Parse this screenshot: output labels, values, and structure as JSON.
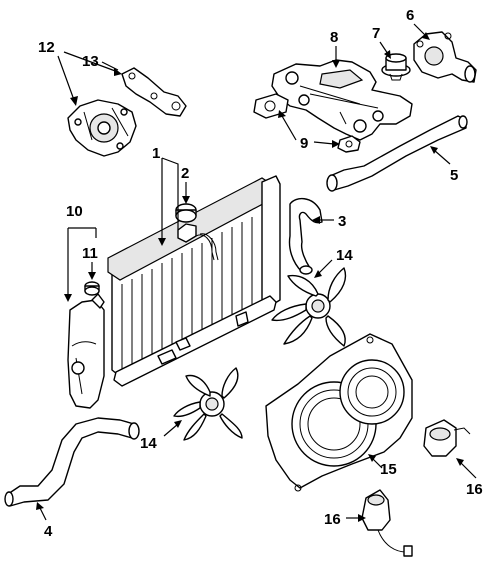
{
  "callouts": {
    "c1": "1",
    "c2": "2",
    "c3": "3",
    "c4": "4",
    "c5": "5",
    "c6": "6",
    "c7": "7",
    "c8": "8",
    "c9": "9",
    "c10": "10",
    "c11": "11",
    "c12": "12",
    "c13": "13",
    "c14a": "14",
    "c14b": "14",
    "c15": "15",
    "c16a": "16",
    "c16b": "16"
  }
}
